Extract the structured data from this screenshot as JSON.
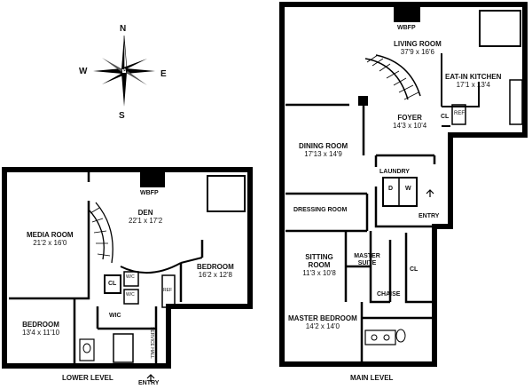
{
  "compass": {
    "n": "N",
    "e": "E",
    "s": "S",
    "w": "W"
  },
  "lower_level": {
    "title": "LOWER LEVEL",
    "entry": "ENTRY",
    "rooms": {
      "media": {
        "name": "MEDIA ROOM",
        "dims": "21'2 x 16'0"
      },
      "den": {
        "name": "DEN",
        "dims": "22'1 x 17'2"
      },
      "wbfp": "WBFP",
      "bedroom_right": {
        "name": "BEDROOM",
        "dims": "16'2 x 12'8"
      },
      "bedroom_left": {
        "name": "BEDROOM",
        "dims": "13'4 x 11'10"
      },
      "cl": "CL",
      "wic": "WIC",
      "wc1": "W/C",
      "wc2": "W/C",
      "ref": "REF",
      "vertical_text": "SERVICE HALL"
    }
  },
  "main_level": {
    "title": "MAIN LEVEL",
    "entry": "ENTRY",
    "rooms": {
      "wbfp": "WBFP",
      "living": {
        "name": "LIVING ROOM",
        "dims": "37'9 x 16'6"
      },
      "kitchen": {
        "name": "EAT-IN KITCHEN",
        "dims": "17'1 x 13'4"
      },
      "foyer": {
        "name": "FOYER",
        "dims": "14'3 x 10'4"
      },
      "cl": "CL",
      "ref": "REF",
      "dining": {
        "name": "DINING ROOM",
        "dims": "17'13 x 14'9"
      },
      "laundry": "LAUNDRY",
      "d": "D",
      "w": "W",
      "dressing": "DRESSING ROOM",
      "sitting": {
        "name": "SITTING ROOM",
        "dims": "11'3 x 10'8"
      },
      "master_suite": "MASTER SUITE",
      "cl2": "CL",
      "chaise": "CHAISE",
      "master_bedroom": {
        "name": "MASTER BEDROOM",
        "dims": "14'2 x 14'0"
      }
    }
  }
}
